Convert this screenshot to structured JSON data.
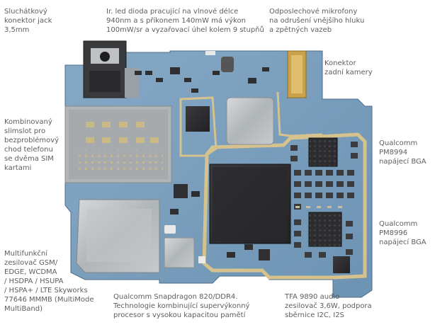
{
  "labels": {
    "jack": "Sluchátkový\nkonektor jack\n3,5mm",
    "ir_led": "Ir. led dioda pracující na vlnové délce\n940nm a s příkonem 140mW má výkon\n100mW/sr a vyzařovací úhel kolem 9 stupňů",
    "microphones": "Odposlechové mikrofony\nna odrušení vnějšího hluku\na zpětných vazeb",
    "rear_camera": "Konektor\nzadní kamery",
    "slimslot": "Kombinovaný\nslimslot pro\nbezproblémový\nchod telefonu\nse dvěma SIM\nkartami",
    "pm8994": "Qualcomm\nPM8994\nnapájecí BGA",
    "pm8996": "Qualcomm\nPM8996\nnapájecí BGA",
    "amplifier": "Multifunkční\nzesilovač GSM/\nEDGE, WCDMA\n/ HSDPA / HSUPA\n/ HSPA+ / LTE Skyworks\n77646 MMMB (MultiMode\nMultiBand)",
    "snapdragon": "Qualcomm Snapdragon 820/DDR4.\nTechnologie kombinující supervýkonný\nprocesor s vysokou kapacitou pamětí",
    "tfa": "TFA 9890 audio\nzesilovač 3,6W, podpora\nsběrnice I2C, I2S"
  },
  "colors": {
    "background": "#ffffff",
    "pcb": "#7a9fbd",
    "pcb_dark": "#5d7f9c",
    "gold_trace": "#d9c590",
    "shield": "#b9bdc0",
    "chip": "#2b2b2d"
  }
}
